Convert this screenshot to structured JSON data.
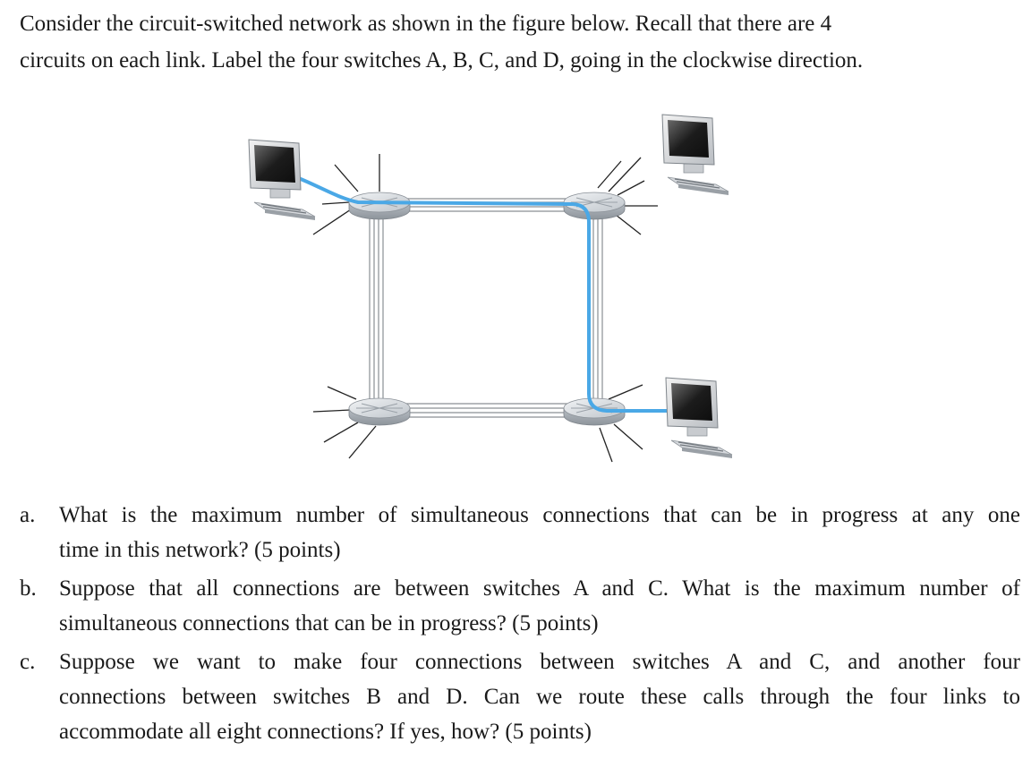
{
  "intro": {
    "line1": "Consider the circuit-switched network as shown in the figure below. Recall that there are 4",
    "line2": "circuits on each link. Label the four switches A, B, C, and D, going in the clockwise direction."
  },
  "colors": {
    "text": "#1a1a1a",
    "highlight_path": "#4aa8e6",
    "switch_body": "#c9ced3",
    "monitor_screen": "#2a2a2a"
  },
  "figure": {
    "icons": [
      "computer-icon",
      "switch-icon"
    ]
  },
  "questions": [
    {
      "marker": "a.",
      "line1": "What is the maximum number of simultaneous connections that can be in progress at any one",
      "line2": "time in this network? (5 points)"
    },
    {
      "marker": "b.",
      "line1": "Suppose that all connections are between switches A and C. What is the maximum number of",
      "line2": "simultaneous connections that can be in progress? (5 points)"
    },
    {
      "marker": "c.",
      "line1": "Suppose we want to make four connections between switches A and C, and another four",
      "line2": "connections between switches B and D. Can we route these calls through the four links to",
      "line3": "accommodate all eight connections? If yes, how? (5 points)"
    }
  ]
}
